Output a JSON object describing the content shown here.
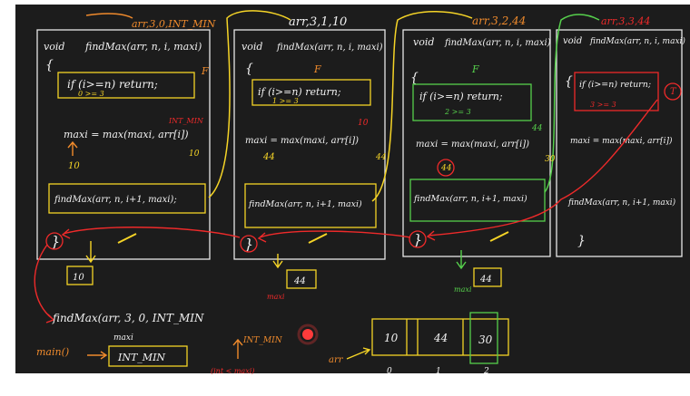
{
  "labels": {
    "call1": "arr,3,0,INT_MIN",
    "call2": "arr,3,1,10",
    "call3": "arr,3,2,44",
    "call4": "arr,3,3,44",
    "main_call": "findMax(arr, 3, 0, INT_MIN",
    "main_label": "main()",
    "maxi_label": "maxi",
    "int_min_box": "INT_MIN",
    "int_min_mark": "INT_MIN",
    "int_lt_maxi": "(int < maxi)",
    "arr_label": "arr"
  },
  "frames": [
    {
      "sig_void": "void",
      "sig": "findMax(arr, n, i, maxi)",
      "open_brace": "{",
      "if_line": "if (i>=n) return;",
      "cond": "0 >= 3",
      "cond_result": "F",
      "maxi_line": "maxi = max(maxi, arr[i])",
      "note_maxi": "INT_MIN",
      "note_arr": "10",
      "result": "10",
      "recurse": "findMax(arr, n, i+1, maxi);",
      "close_brace": "}",
      "ret_box": "10"
    },
    {
      "sig_void": "void",
      "sig": "findMax(arr, n, i, maxi)",
      "open_brace": "{",
      "if_line": "if (i>=n) return;",
      "cond": "1 >= 3",
      "cond_result": "F",
      "maxi_line": "maxi = max(maxi, arr[i])",
      "note_maxi": "10",
      "note_arr": "44",
      "result": "44",
      "recurse": "findMax(arr, n, i+1, maxi)",
      "close_brace": "}",
      "ret_box": "44",
      "ret_label": "maxi"
    },
    {
      "sig_void": "void",
      "sig": "findMax(arr, n, i, maxi)",
      "open_brace": "{",
      "if_line": "if (i>=n) return;",
      "cond": "2 >= 3",
      "cond_result": "F",
      "maxi_line": "maxi = max(maxi, arr[i])",
      "note_maxi": "44",
      "note_arr": "30",
      "result": "44",
      "recurse": "findMax(arr, n, i+1, maxi)",
      "close_brace": "}",
      "ret_box": "44",
      "ret_label": "maxi"
    },
    {
      "sig_void": "void",
      "sig": "findMax(arr, n, i, maxi)",
      "open_brace": "{",
      "if_line": "if (i>=n) return;",
      "cond": "3 >= 3",
      "cond_result": "T",
      "maxi_line": "maxi = max(maxi, arr[i])",
      "recurse": "findMax(arr, n, i+1, maxi)",
      "close_brace": "}"
    }
  ],
  "array": {
    "cells": [
      "10",
      "44",
      "30"
    ],
    "indices": [
      "0",
      "1",
      "2"
    ]
  }
}
